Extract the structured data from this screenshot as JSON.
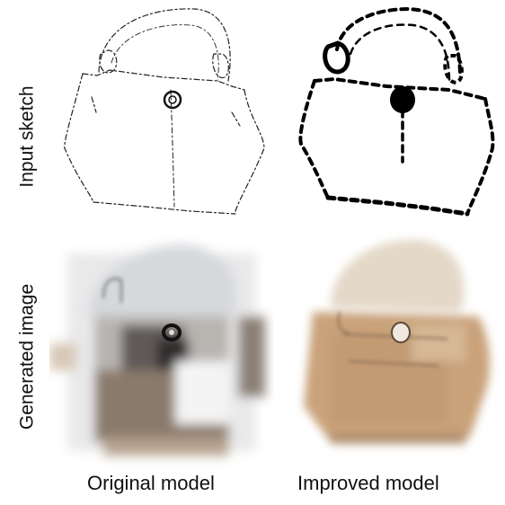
{
  "row_labels": {
    "top": "Input sketch",
    "bottom": "Generated image"
  },
  "column_labels": {
    "left": "Original model",
    "right": "Improved model"
  },
  "panels": {
    "sketch_original": "thin-line bag sketch",
    "sketch_improved": "bold dotted bag sketch",
    "generated_original": "blurry grey-white bag",
    "generated_improved": "tan leather bag"
  },
  "colors": {
    "ink": "#111111",
    "tan": "#c9a27a",
    "grey": "#777777"
  }
}
